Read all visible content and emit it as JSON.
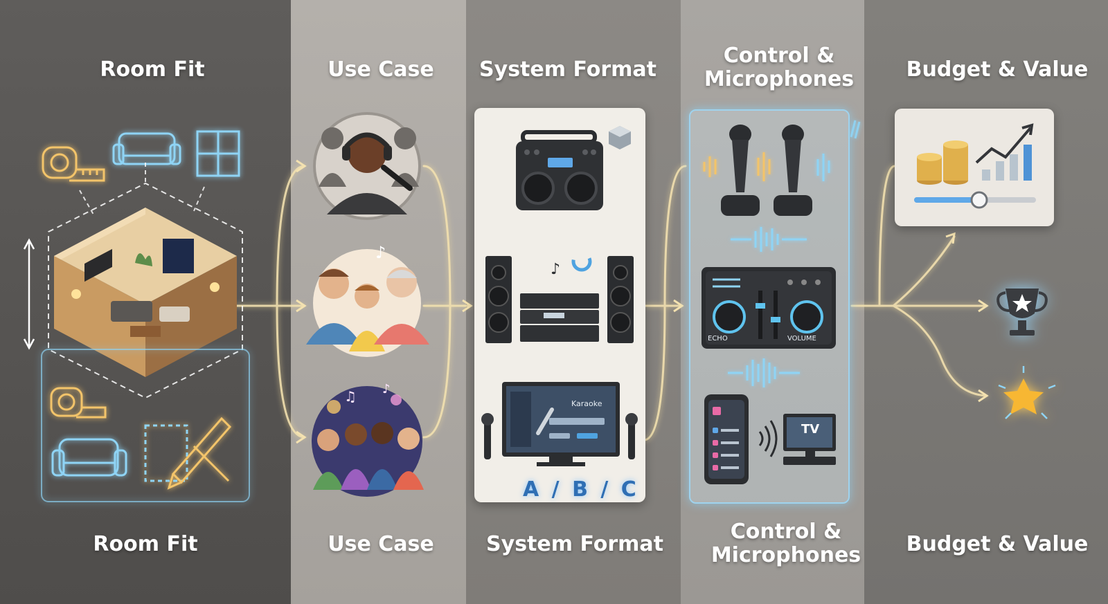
{
  "header": {
    "room_fit": "Room Fit",
    "use_case": "Use Case",
    "system_format": "System Format",
    "control_mics": "Control & Microphones",
    "budget_value": "Budget & Value"
  },
  "footer": {
    "room_fit": "Room Fit",
    "use_case": "Use Case",
    "system_format": "System Format",
    "control_mics": "Control & Microphones",
    "budget_value": "Budget & Value"
  },
  "system_format": {
    "karaoke_screen_title": "Karaoke",
    "options_label": "A / B / C"
  },
  "mixer": {
    "knob_left": "ECHO",
    "knob_right": "VOLUME"
  },
  "tv_label": "TV",
  "colors": {
    "flow_line": "#f4e2b0",
    "neon_gold": "#f3c46a",
    "neon_blue": "#8fd4f5",
    "card_bg": "#f1eee8"
  }
}
